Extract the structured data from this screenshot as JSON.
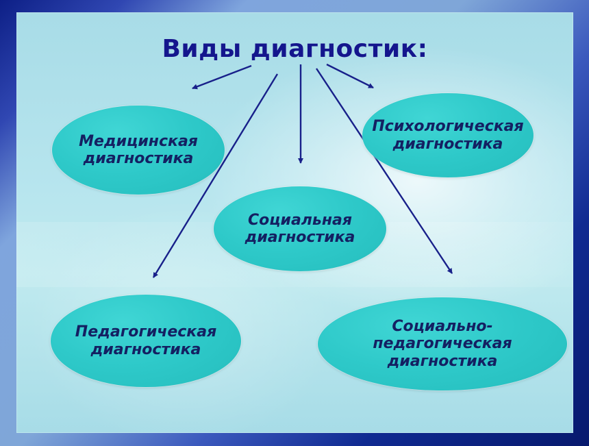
{
  "title": "Виды диагностик:",
  "nodes": {
    "medical": "Медицинская\nдиагностика",
    "psychological": "Психологическая\nдиагностика",
    "social": "Социальная\nдиагностика",
    "pedagogical": "Педагогическая\nдиагностика",
    "social_pedagogical": "Социально-педагогическая\nдиагностика"
  },
  "colors": {
    "title": "#14168D",
    "node_fill": "#2EC9C9",
    "node_text": "#142062",
    "arrow": "#18208A"
  }
}
